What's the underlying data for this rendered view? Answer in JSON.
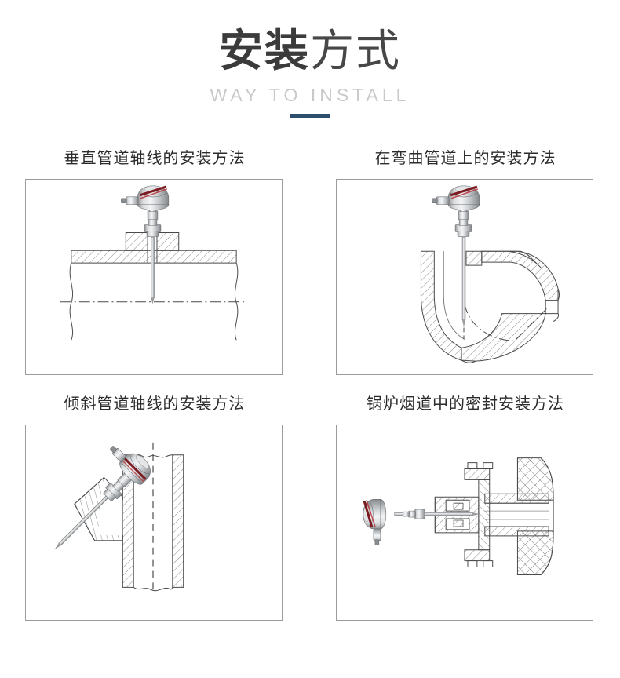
{
  "header": {
    "title_bold": "安装",
    "title_light": "方式",
    "subtitle": "WAY TO INSTALL",
    "accent_color": "#2d4f6b",
    "title_color": "#3b3b3b",
    "subtitle_color": "#c9c9c9"
  },
  "panels": [
    {
      "id": "vertical-pipe-axis",
      "title": "垂直管道轴线的安装方法",
      "diagram": "temperature sensor mounted perpendicular through a straight horizontal pipe wall, probe on the pipe axis",
      "elements": [
        "sensor-head",
        "red-stripe-band",
        "side-cable-entry",
        "hex-union-nut",
        "raised-boss",
        "hatched-pipe-wall",
        "probe-stem",
        "dash-dot-centerline",
        "wavy-break-lines"
      ]
    },
    {
      "id": "curved-pipe",
      "title": "在弯曲管道上的安装方法",
      "diagram": "temperature sensor installed at the top of a 90 degree elbow, probe pointing along the bend into the flow",
      "elements": [
        "sensor-head",
        "red-stripe-band",
        "side-cable-entry",
        "hex-union-nut",
        "hatched-elbow-wall",
        "probe-stem",
        "dash-dot-centerline"
      ]
    },
    {
      "id": "inclined-pipe-axis",
      "title": "倾斜管道轴线的安装方法",
      "diagram": "temperature sensor inserted at 45 degrees into a vertical pipe through an angled hatched boss",
      "elements": [
        "sensor-head-tilted",
        "red-stripe-band",
        "side-cable-entry",
        "hex-union-nut",
        "hatched-angled-boss",
        "hatched-pipe-wall",
        "probe-stem",
        "dashed-centerline",
        "wavy-break-lines"
      ]
    },
    {
      "id": "boiler-flue-seal",
      "title": "锅炉烟道中的密封安装方法",
      "diagram": "horizontal sealed installation through a boiler flue refractory wall using a bolted flange and packing gland",
      "elements": [
        "sensor-head",
        "red-stripe-band",
        "side-cable-entry",
        "packing-gland",
        "bolted-flange",
        "flange-bolts",
        "hatched-sleeve",
        "cross-hatched-refractory-wall",
        "probe-stem"
      ]
    }
  ]
}
